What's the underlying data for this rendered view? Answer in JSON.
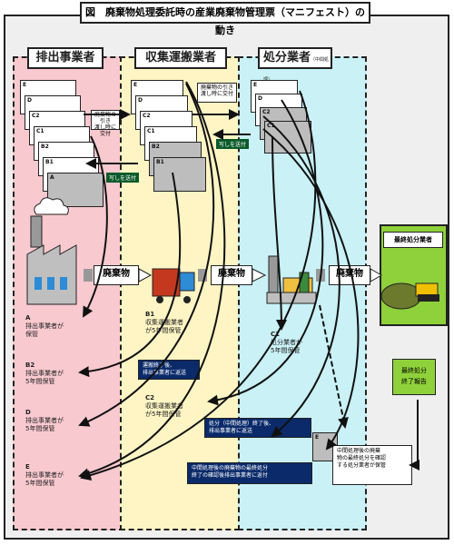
{
  "title": "図　廃棄物処理委託時の産業廃棄物管理票（マニフェスト）の動き",
  "headers": {
    "generator": "排出事業者",
    "transporter": "収集運搬業者",
    "processor": "処分業者",
    "processor_sub": "（中間処理）",
    "final": "最終処分業者"
  },
  "generator_sheets": [
    "E",
    "D",
    "C2",
    "C1",
    "B2",
    "B1",
    "A"
  ],
  "transporter_sheets": [
    "E",
    "D",
    "C2",
    "C1",
    "B2",
    "B1"
  ],
  "processor_sheets": [
    "E",
    "D",
    "C2",
    "C1"
  ],
  "labels": {
    "handover_a": "廃棄物の引き\n渡し時に交付",
    "return_a": "写しを送付",
    "handover_b": "廃棄物の引き\n渡し時に交付",
    "return_b": "写しを送付",
    "waste1": "廃棄物",
    "waste2": "廃棄物",
    "waste3": "廃棄物"
  },
  "notes": {
    "a": [
      "A",
      "排出事業者が",
      "保管"
    ],
    "b2": [
      "B2",
      "排出事業者が",
      "5年間保管"
    ],
    "d": [
      "D",
      "排出事業者が",
      "5年間保管"
    ],
    "e": [
      "E",
      "排出事業者が",
      "5年間保管"
    ],
    "b1": [
      "B1",
      "収集運搬業者",
      "が5年間保管"
    ],
    "c2": [
      "C2",
      "収集運搬業者",
      "が5年間保管"
    ],
    "c1": [
      "C1",
      "処分業者が",
      "5年間保管"
    ]
  },
  "boxes": {
    "transport_done": "運搬終了後、\n排出事業者に返送",
    "process_done": "処分（中間処理）終了後、\n排出事業者に返送",
    "final_done": "中間処理後の廃棄物の最終処分\n終了の確認後排出事業者に返付",
    "final_report": "最終処分\n終了報告",
    "final_confirm": "中間処理後の廃棄\n物の最終処分を確認\nする処分業者が保管"
  },
  "sheet_e_bottom": "E",
  "colors": {
    "generator_bg": "#f8c9cf",
    "transporter_bg": "#fff5c4",
    "processor_bg": "#c9f1f6",
    "final_bg": "#8fd13a",
    "navy": "#0a2a6a"
  }
}
